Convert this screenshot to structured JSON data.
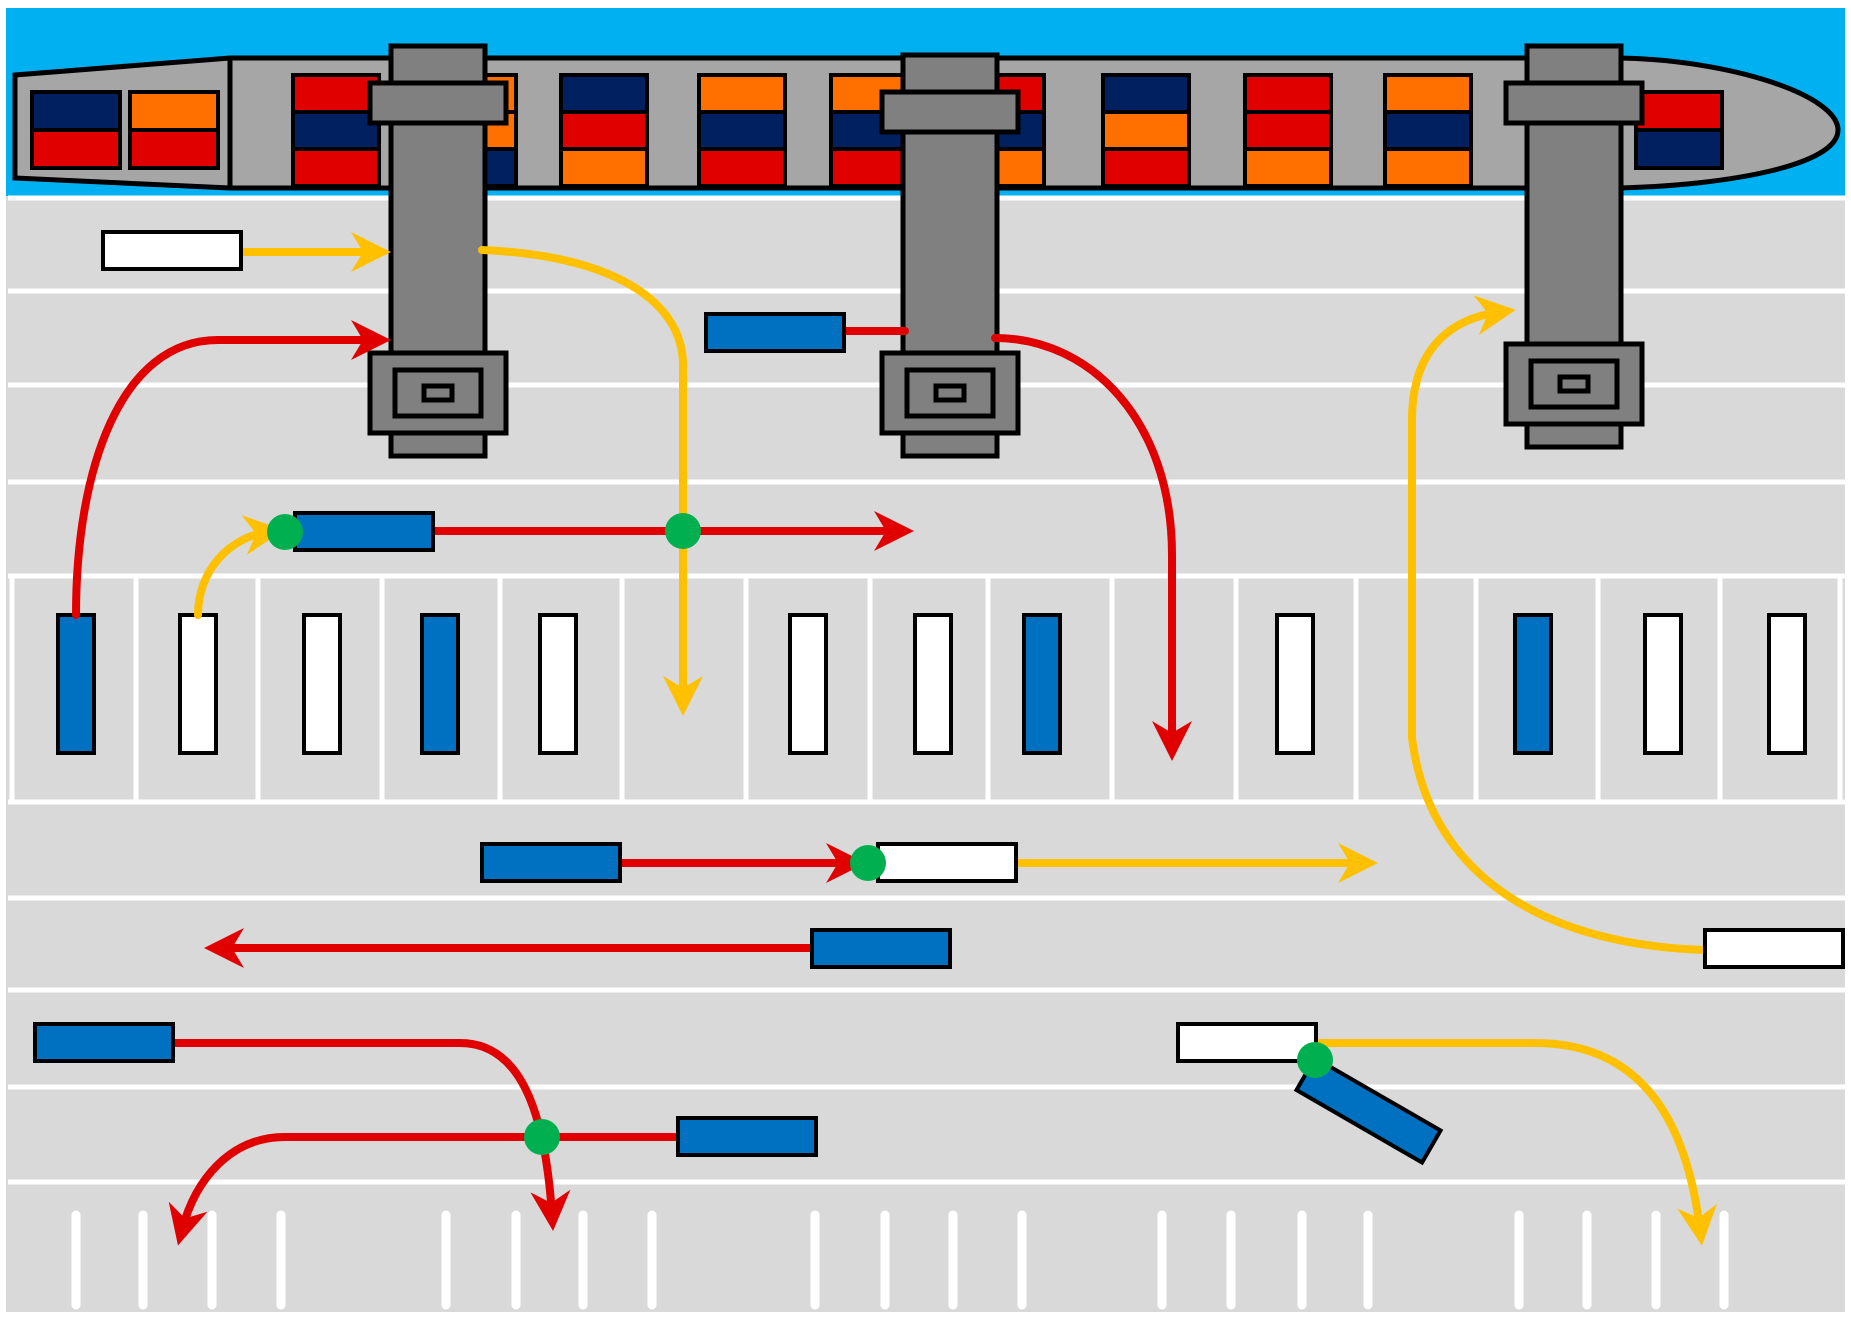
{
  "colors": {
    "background": "#ffffff",
    "water": "#00B0F0",
    "yard": "#D9D9D9",
    "lane_line": "#ffffff",
    "ship_hull": "#A6A6A6",
    "crane": "#808080",
    "outline": "#000000",
    "container_navy": "#002060",
    "container_red": "#E00000",
    "container_orange": "#FF7000",
    "truck_blue": "#0070C0",
    "truck_white": "#ffffff",
    "path_red": "#E00000",
    "path_yellow": "#FFC000",
    "conflict_point": "#00B050"
  },
  "icons": {
    "ship": "container-ship-icon",
    "crane": "quay-crane-icon",
    "truck": "truck-icon",
    "conflict": "conflict-point-icon"
  },
  "ship_bays": [
    [
      "navy",
      "red"
    ],
    [
      "orange",
      "red"
    ],
    [
      "red",
      "navy",
      "red"
    ],
    [
      "orange",
      "orange",
      "navy"
    ],
    [
      "navy",
      "red",
      "orange"
    ],
    [
      "orange",
      "navy",
      "red"
    ],
    [
      "orange",
      "navy",
      "red"
    ],
    [
      "red",
      "navy",
      "orange"
    ],
    [
      "navy",
      "orange",
      "red"
    ],
    [
      "red",
      "red",
      "orange"
    ],
    [
      "orange",
      "navy",
      "orange"
    ],
    [
      "red",
      "navy"
    ]
  ],
  "cranes": [
    "crane-1",
    "crane-2",
    "crane-3"
  ],
  "parked_trucks": [
    "blue",
    "white",
    "white",
    "blue",
    "white",
    "white",
    "white",
    "blue",
    "white",
    "blue",
    "white",
    "white"
  ],
  "moving_trucks": {
    "lane_top_white": "white",
    "crane2_blue": "blue",
    "row_a_blue": "blue",
    "row_b_blue": "blue",
    "row_b_white": "white",
    "row_c_blue": "blue",
    "right_white": "white",
    "row_d_blue_left": "blue",
    "row_d_white_right": "white",
    "row_d_blue_tilted": "blue",
    "row_e_blue": "blue"
  },
  "paths": {
    "red": [
      "red-path-1",
      "red-path-2",
      "red-path-3",
      "red-path-4",
      "red-path-5",
      "red-path-6",
      "red-path-7",
      "red-path-8"
    ],
    "yellow": [
      "yellow-path-1",
      "yellow-path-2",
      "yellow-path-3",
      "yellow-path-4",
      "yellow-path-5",
      "yellow-path-6"
    ]
  },
  "conflict_points": [
    "conflict-1",
    "conflict-2",
    "conflict-3",
    "conflict-4",
    "conflict-5"
  ]
}
